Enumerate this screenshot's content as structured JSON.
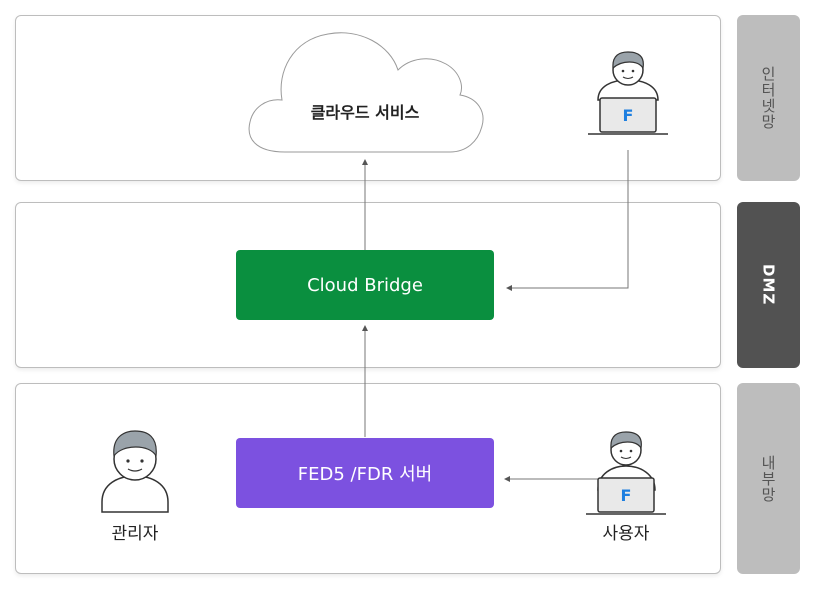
{
  "zones": {
    "internet": "인터넷망",
    "dmz": "DMZ",
    "internal": "내부망"
  },
  "cloud": {
    "label": "클라우드 서비스"
  },
  "nodes": {
    "bridge": "Cloud Bridge",
    "fed": "FED5 /FDR 서버"
  },
  "people": {
    "admin": "관리자",
    "user": "사용자",
    "laptop_letter": "F"
  },
  "colors": {
    "bridge": "#0a8f3f",
    "fed": "#7c51e0",
    "side_light": "#bdbdbd",
    "side_dark": "#525252",
    "laptop_letter": "#1e7fe0"
  }
}
